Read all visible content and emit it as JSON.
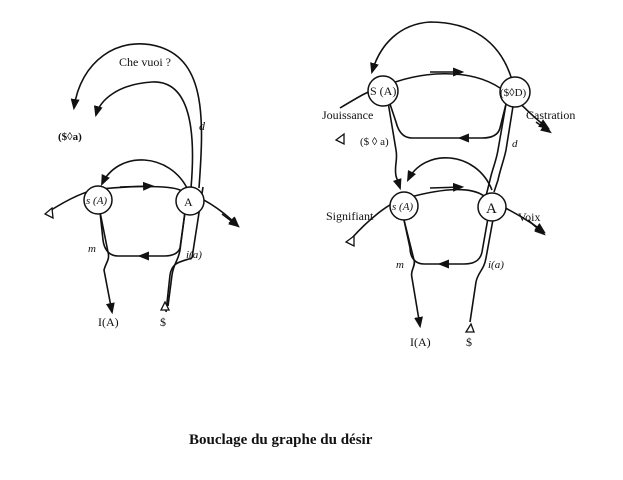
{
  "left_graph": {
    "che_vuoi": "Che vuoi ?",
    "fantasme": "($◊a)",
    "d": "d",
    "s_A": "s (A)",
    "A": "A",
    "m": "m",
    "i_a": "i(a)",
    "I_A": "I(A)",
    "S_barred": "$"
  },
  "right_graph": {
    "S_A": "S (A)",
    "S_D": "($◊D)",
    "jouissance": "Jouissance",
    "castration": "Castration",
    "fantasme": "($ ◊ a)",
    "d": "d",
    "signifiant": "Signifiant",
    "s_A": "s (A)",
    "A": "A",
    "voix": "Voix",
    "m": "m",
    "i_a": "i(a)",
    "I_A": "I(A)",
    "S_barred": "$"
  },
  "caption": "Bouclage du graphe du désir"
}
